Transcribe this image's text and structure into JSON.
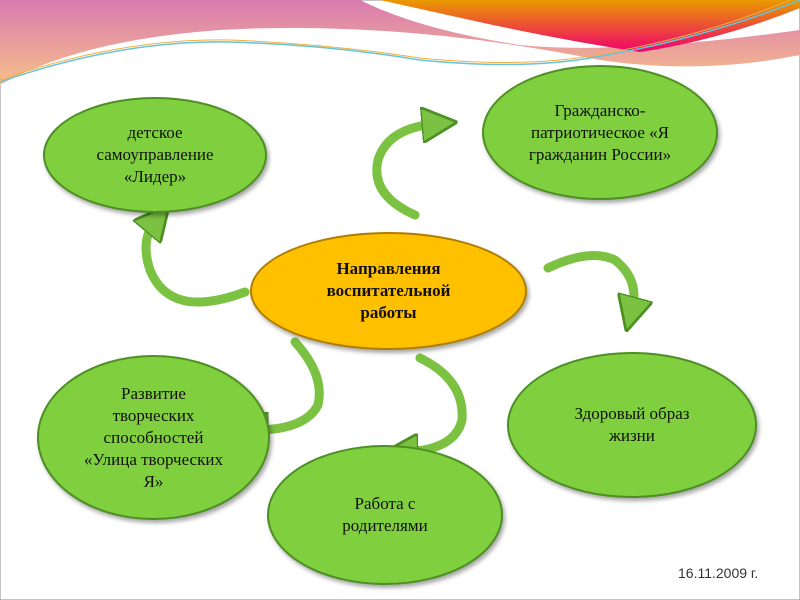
{
  "slide": {
    "center": "Направления воспитательной работы",
    "nodes": {
      "leader": "детское самоуправление «Лидер»",
      "patriotic": "Гражданско-патриотическое «Я гражданин России»",
      "health": "Здоровый образ жизни",
      "parents": "Работа с родителями",
      "creative": "Развитие творческих способностей «Улица творческих Я»"
    },
    "date": "16.11.2009 г."
  },
  "colors": {
    "node": "#7fcf3f",
    "center": "#ffc000",
    "arrow": "#7cc242"
  }
}
